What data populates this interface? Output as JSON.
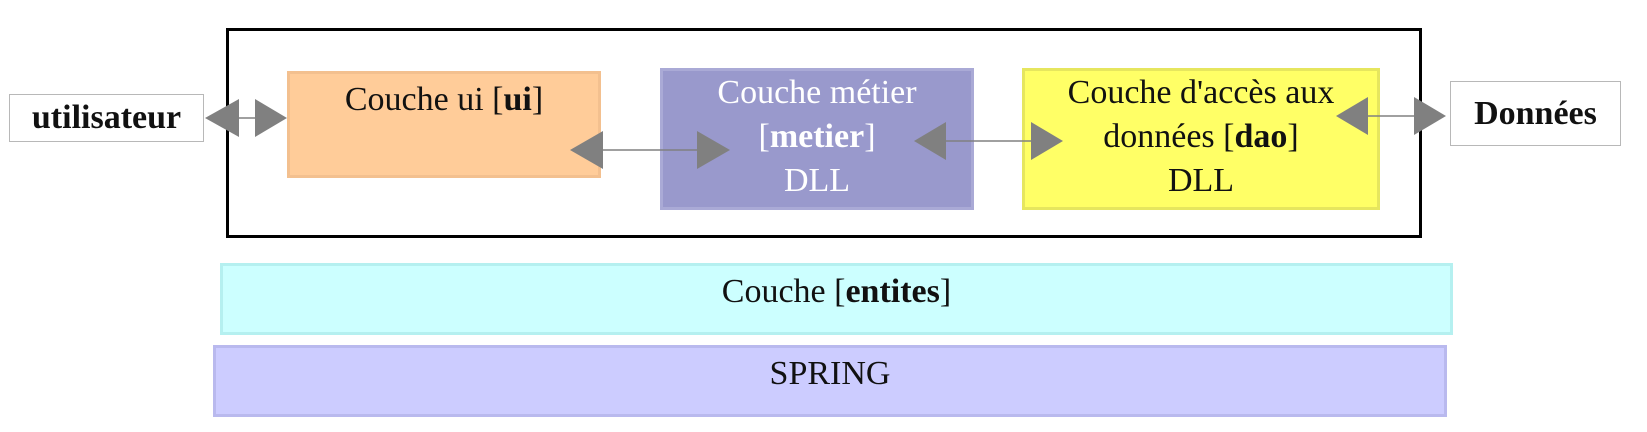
{
  "external": {
    "user_label": "utilisateur",
    "data_label": "Données"
  },
  "layers": {
    "ui": {
      "text": "Couche ui [",
      "bold": "ui",
      "end": "]"
    },
    "metier": {
      "line1": "Couche métier",
      "open": "[",
      "bold": "metier",
      "close": "]",
      "line3": "DLL"
    },
    "dao": {
      "line1": "Couche d'accès aux",
      "line2_pre": "données [",
      "bold": "dao",
      "line2_post": "]",
      "line3": "DLL"
    },
    "entites": {
      "text": "Couche [",
      "bold": "entites",
      "end": "]"
    },
    "spring": {
      "text": "SPRING"
    }
  },
  "colors": {
    "ui": "#ffcc99",
    "metier": "#9999cc",
    "dao": "#ffff66",
    "entites": "#ccffff",
    "spring": "#ccccff",
    "arrow": "#808080"
  },
  "arrows": [
    {
      "name": "user-ui-arrow",
      "direction": "bidirectional"
    },
    {
      "name": "ui-metier-arrow",
      "direction": "bidirectional"
    },
    {
      "name": "metier-dao-arrow",
      "direction": "bidirectional"
    },
    {
      "name": "dao-data-arrow",
      "direction": "bidirectional"
    }
  ]
}
